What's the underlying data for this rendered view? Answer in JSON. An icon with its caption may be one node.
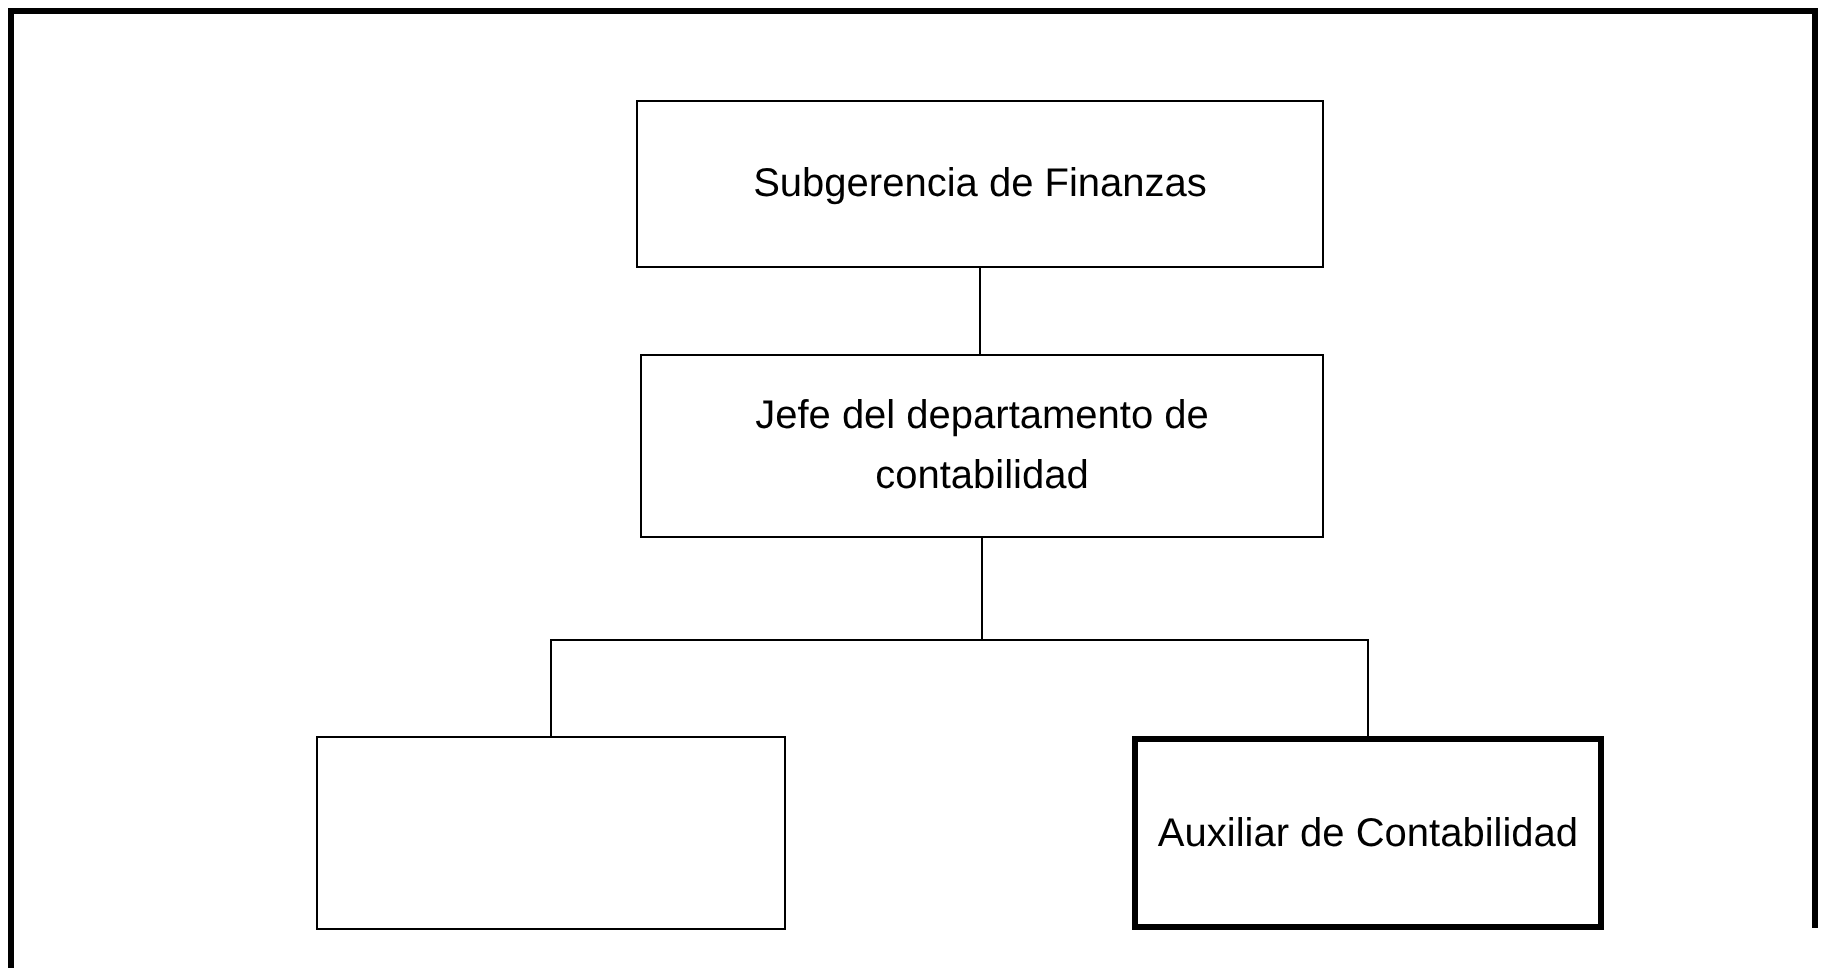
{
  "diagram": {
    "nodes": [
      {
        "text": [
          "Subgerencia de Finanzas"
        ]
      },
      {
        "text": [
          "Jefe del departamento de contabilidad"
        ]
      },
      {
        "text": [],
        "shape": "box"
      },
      {
        "text": [
          "Auxiliar de Contabilidad"
        ]
      }
    ],
    "edges": [
      {
        "from": 0,
        "to": 1,
        "arrow": "none"
      },
      {
        "from": 1,
        "to": 2,
        "arrow": "none"
      },
      {
        "from": 1,
        "to": 3,
        "arrow": "none"
      }
    ]
  }
}
